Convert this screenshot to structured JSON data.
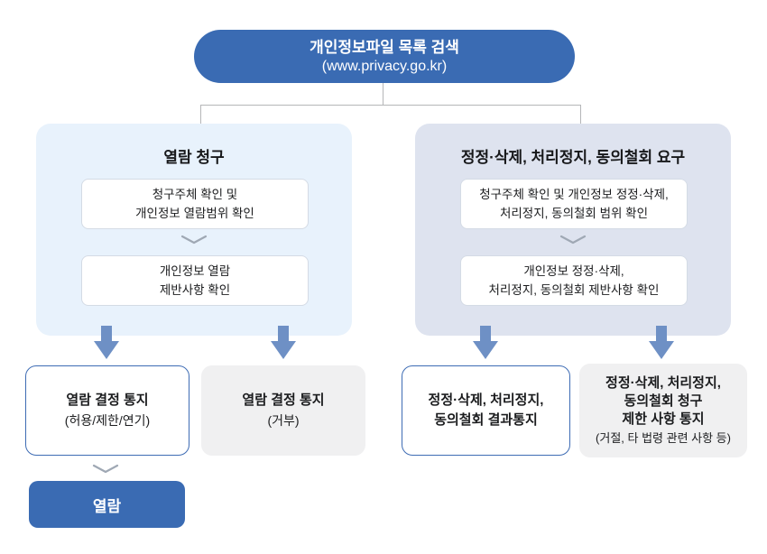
{
  "root": {
    "title": "개인정보파일 목록 검색",
    "subtitle": "(www.privacy.go.kr)"
  },
  "left_branch": {
    "title": "열람 청구",
    "steps": [
      {
        "line1": "청구주체 확인 및",
        "line2": "개인정보 열람범위 확인"
      },
      {
        "line1": "개인정보 열람",
        "line2": "제반사항 확인"
      }
    ]
  },
  "right_branch": {
    "title": "정정·삭제, 처리정지, 동의철회 요구",
    "steps": [
      {
        "line1": "청구주체 확인 및 개인정보 정정·삭제,",
        "line2": "처리정지, 동의철회 범위 확인"
      },
      {
        "line1": "개인정보 정정·삭제,",
        "line2": "처리정지, 동의철회 제반사항 확인"
      }
    ]
  },
  "outcomes": [
    {
      "bold1": "열람 결정 통지",
      "note1": "(허용/제한/연기)"
    },
    {
      "bold1": "열람 결정 통지",
      "note1": "(거부)"
    },
    {
      "bold1": "정정·삭제, 처리정지,",
      "bold2": "동의철회 결과통지"
    },
    {
      "bold1": "정정·삭제, 처리정지,",
      "bold2": "동의철회 청구",
      "bold3": "제한 사항 통지",
      "note1": "(거절, 타 법령 관련 사항 등)"
    }
  ],
  "final": {
    "label": "열람"
  },
  "icons": {
    "chevron_down": "⌄",
    "block_arrow_down": "⬇"
  },
  "colors": {
    "primary_blue": "#3A6BB3",
    "outline_blue": "#3E6CB4",
    "arrow_blue": "#6E90C5",
    "panel_left_bg": "#E8F2FC",
    "panel_right_bg": "#DEE3EF",
    "gray_box_bg": "#F0F0F1",
    "connector_gray": "#B5B6B8",
    "text": "#1B1C1E"
  }
}
